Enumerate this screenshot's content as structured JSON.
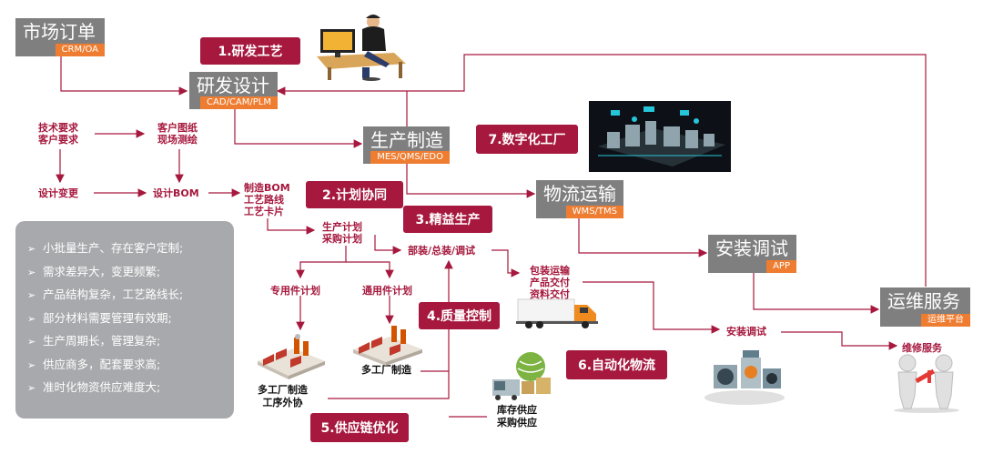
{
  "stages": {
    "market": {
      "title": "市场订单",
      "sub": "CRM/OA"
    },
    "rnd": {
      "title": "研发设计",
      "sub": "CAD/CAM/PLM"
    },
    "production": {
      "title": "生产制造",
      "sub": "MES/QMS/EDO"
    },
    "logistics": {
      "title": "物流运输",
      "sub": "WMS/TMS"
    },
    "install": {
      "title": "安装调试",
      "sub": "APP"
    },
    "ops": {
      "title": "运维服务",
      "sub": "运维平台"
    }
  },
  "tags": {
    "t1": "1.研发工艺",
    "t2": "2.计划协同",
    "t3": "3.精益生产",
    "t4": "4.质量控制",
    "t5": "5.供应链优化",
    "t6": "6.自动化物流",
    "t7": "7.数字化工厂"
  },
  "flow": {
    "tech_req": "技术要求\n客户要求",
    "cust_drawing": "客户图纸\n现场测绘",
    "design_change": "设计变更",
    "design_bom": "设计BOM",
    "mfg_bom": "制造BOM\n工艺路线\n工艺卡片",
    "prod_plan": "生产计划\n采购计划",
    "assembly": "部装/总装/调试",
    "special_plan": "专用件计划",
    "general_plan": "通用件计划",
    "packaging": "包装运输\n产品交付\n资料交付",
    "install_debug": "安装调试",
    "maintenance": "维修服务"
  },
  "labels": {
    "multi_factory_out": "多工厂制造\n工序外协",
    "multi_factory": "多工厂制造",
    "inventory": "库存供应\n采购供应"
  },
  "panel": {
    "marker": "➢",
    "items": [
      "小批量生产、存在客户定制;",
      "需求差异大，变更频繁;",
      "产品结构复杂，工艺路线长;",
      "部分材料需要管理有效期;",
      "生产周期长，管理复杂;",
      "供应商多，配套要求高;",
      "准时化物资供应难度大;"
    ]
  },
  "colors": {
    "line": "#a6183d",
    "stage": "#7f7f7f",
    "sub": "#ee7d31",
    "tag": "#a6183d",
    "panel": "#a7a9ac"
  },
  "icons": [
    "designer-desk-icon",
    "digital-factory-icon",
    "truck-icon",
    "factory-icon",
    "factory-icon",
    "warehouse-globe-icon",
    "machine-parts-icon",
    "repair-workers-icon"
  ]
}
